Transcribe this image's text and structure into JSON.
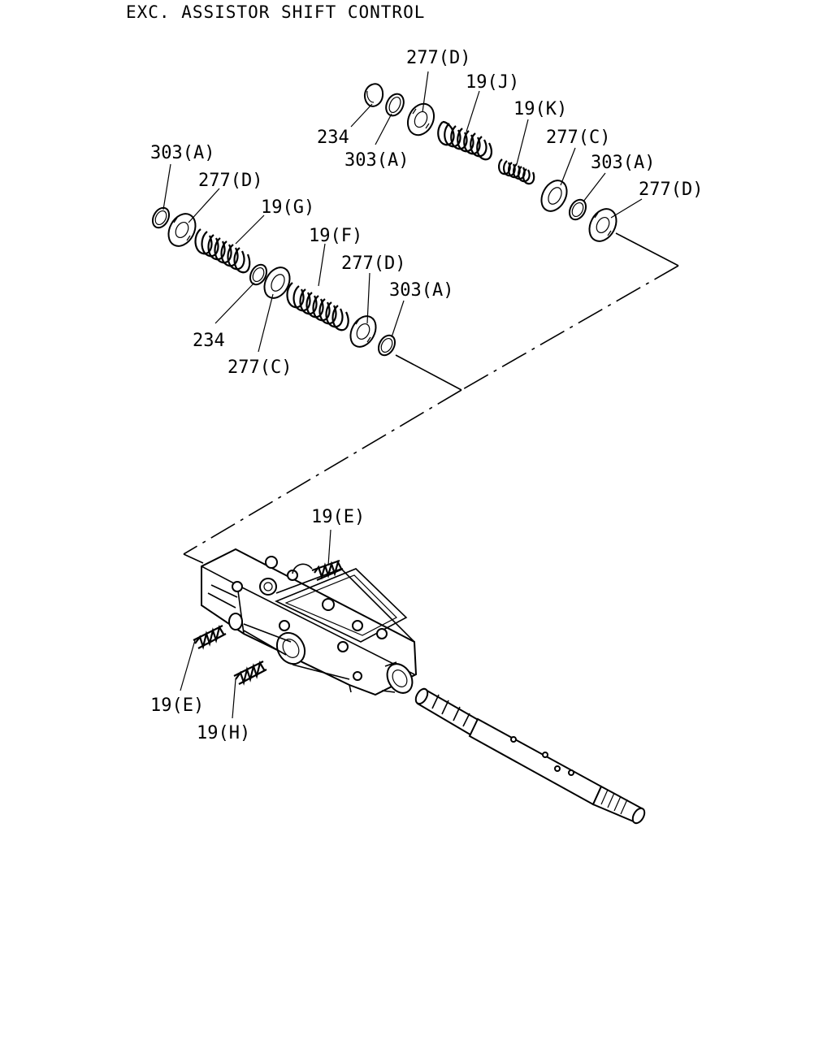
{
  "title": "EXC. ASSISTOR SHIFT CONTROL",
  "callouts": [
    {
      "id": "c1",
      "text": "277(D)"
    },
    {
      "id": "c2",
      "text": "19(J)"
    },
    {
      "id": "c3",
      "text": "19(K)"
    },
    {
      "id": "c4",
      "text": "234"
    },
    {
      "id": "c5",
      "text": "303(A)"
    },
    {
      "id": "c6",
      "text": "277(C)"
    },
    {
      "id": "c7",
      "text": "303(A)"
    },
    {
      "id": "c8",
      "text": "277(D)"
    },
    {
      "id": "c9",
      "text": "303(A)"
    },
    {
      "id": "c10",
      "text": "277(D)"
    },
    {
      "id": "c11",
      "text": "19(G)"
    },
    {
      "id": "c12",
      "text": "19(F)"
    },
    {
      "id": "c13",
      "text": "277(D)"
    },
    {
      "id": "c14",
      "text": "303(A)"
    },
    {
      "id": "c15",
      "text": "234"
    },
    {
      "id": "c16",
      "text": "277(C)"
    },
    {
      "id": "c17",
      "text": "19(E)"
    },
    {
      "id": "c18",
      "text": "19(E)"
    },
    {
      "id": "c19",
      "text": "19(H)"
    }
  ]
}
